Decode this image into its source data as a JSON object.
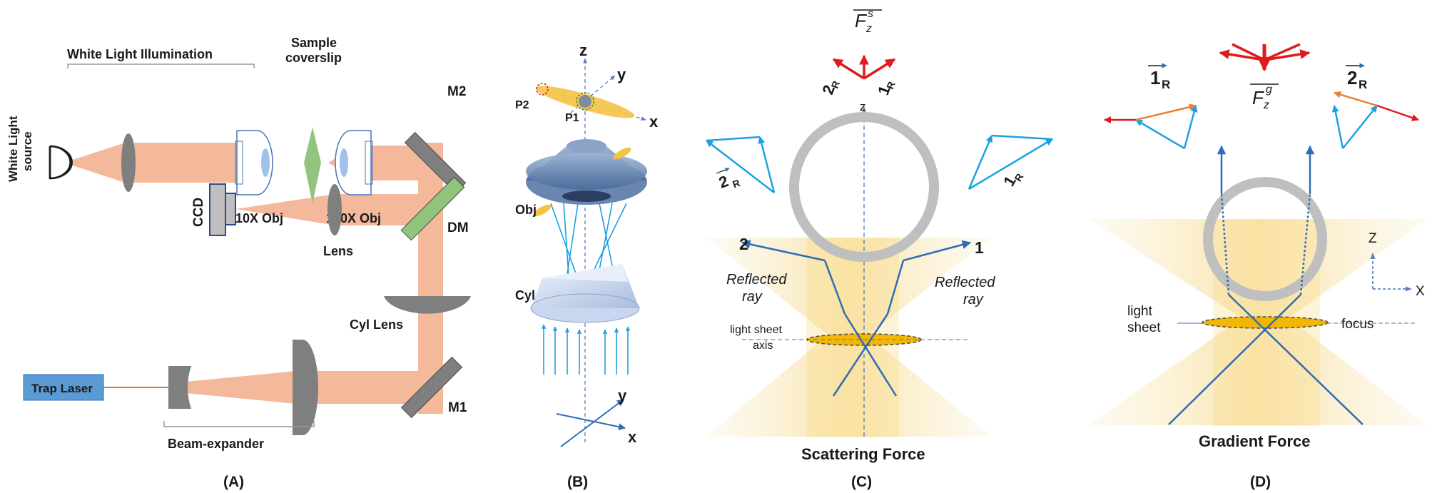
{
  "panel_a": {
    "white_light_illumination": "White Light Illumination",
    "white_light": "White Light",
    "source": "source",
    "sample": "Sample",
    "coverslip": "coverslip",
    "obj10": "10X Obj",
    "obj100": "100X Obj",
    "m2": "M2",
    "ccd": "CCD",
    "lens": "Lens",
    "dm": "DM",
    "cyl_lens": "Cyl Lens",
    "trap_laser": "Trap Laser",
    "m1": "M1",
    "beam_expander": "Beam-expander",
    "caption": "(A)"
  },
  "panel_b": {
    "z": "z",
    "y": "y",
    "x": "x",
    "p1": "P1",
    "p2": "P2",
    "obj": "Obj",
    "cyl": "Cyl",
    "y2": "y",
    "x2": "x",
    "caption": "(B)"
  },
  "panel_c": {
    "fs_base": "F",
    "fs_sub": "z",
    "fs_sup": "s",
    "z": "z",
    "r2_num": "2",
    "r1_num": "1",
    "r_sub": "R",
    "ray2": "2",
    "ray1": "1",
    "reflected_l1": "Reflected",
    "reflected_l2": "ray",
    "reflected_r1": "Reflected",
    "reflected_r2": "ray",
    "ls1": "light sheet",
    "ls2": "axis",
    "title": "Scattering Force",
    "caption": "(C)"
  },
  "panel_d": {
    "r1_num": "1",
    "r2_num": "2",
    "r_sub": "R",
    "fg_base": "F",
    "fg_sub": "z",
    "fg_sup": "g",
    "Z": "Z",
    "X": "X",
    "ls1": "light",
    "ls2": "sheet",
    "focus": "focus",
    "title": "Gradient Force",
    "caption": "(D)"
  },
  "colors": {
    "beam": "#f4b99a",
    "laser_box": "#5b9bd5",
    "green": "#92c47d",
    "blue_ray": "#2e6db4",
    "cyan_arrow": "#1ba1e2",
    "red_arrow": "#e01b1b",
    "orange_arrow": "#e8813a",
    "gray_optic": "#7f7f7f",
    "ring": "#bfbfbf",
    "sheet": "#f2b705"
  }
}
